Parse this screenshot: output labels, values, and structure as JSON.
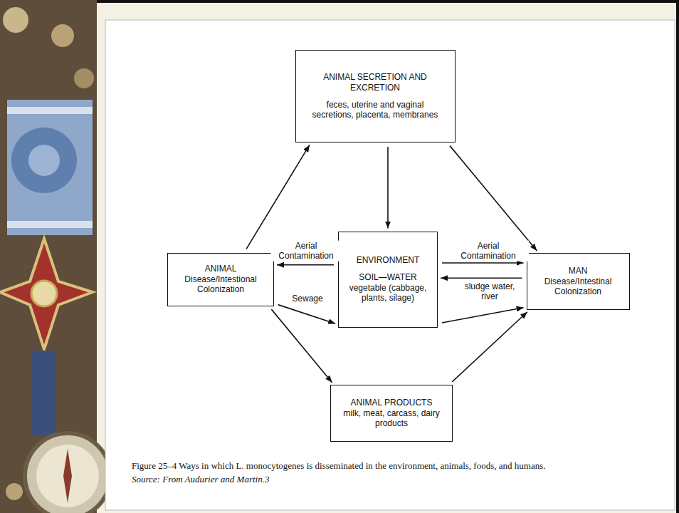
{
  "diagram": {
    "caption": "Figure 25–4 Ways in which L. monocytogenes is disseminated in the environment, animals, foods, and humans.",
    "nodes": [
      {
        "text": [
          "ANIMAL SECRETION AND EXCRETION",
          "feces, uterine and vaginal secretions, placenta, membranes"
        ]
      },
      {
        "text": [
          "ANIMAL",
          "Disease/Intestional Colonization"
        ]
      },
      {
        "text": [
          "ENVIRONMENT",
          "SOIL—WATER",
          "vegetable (cabbage, plants, silage)"
        ]
      },
      {
        "text": [
          "MAN",
          "Disease/Intestinal Colonization"
        ]
      },
      {
        "text": [
          "ANIMAL PRODUCTS",
          "milk, meat, carcass, dairy products"
        ]
      }
    ],
    "edges": [
      {
        "from": 1,
        "to": 0,
        "arrow": "to"
      },
      {
        "from": 0,
        "to": 2,
        "arrow": "to"
      },
      {
        "from": 0,
        "to": 3,
        "arrow": "to"
      },
      {
        "from": 2,
        "to": 1,
        "label": "Aerial Contamination",
        "arrow": "to"
      },
      {
        "from": 1,
        "to": 2,
        "label": "Sewage",
        "arrow": "to"
      },
      {
        "from": 2,
        "to": 3,
        "label": "Aerial Contamination",
        "arrow": "to"
      },
      {
        "from": 3,
        "to": 2,
        "label": "sludge water, river",
        "arrow": "to"
      },
      {
        "from": 2,
        "to": 3,
        "arrow": "to"
      },
      {
        "from": 1,
        "to": 4,
        "arrow": "to"
      },
      {
        "from": 4,
        "to": 3,
        "arrow": "to"
      }
    ],
    "labels": [
      "Source: From Audurier and Martin.3"
    ]
  }
}
